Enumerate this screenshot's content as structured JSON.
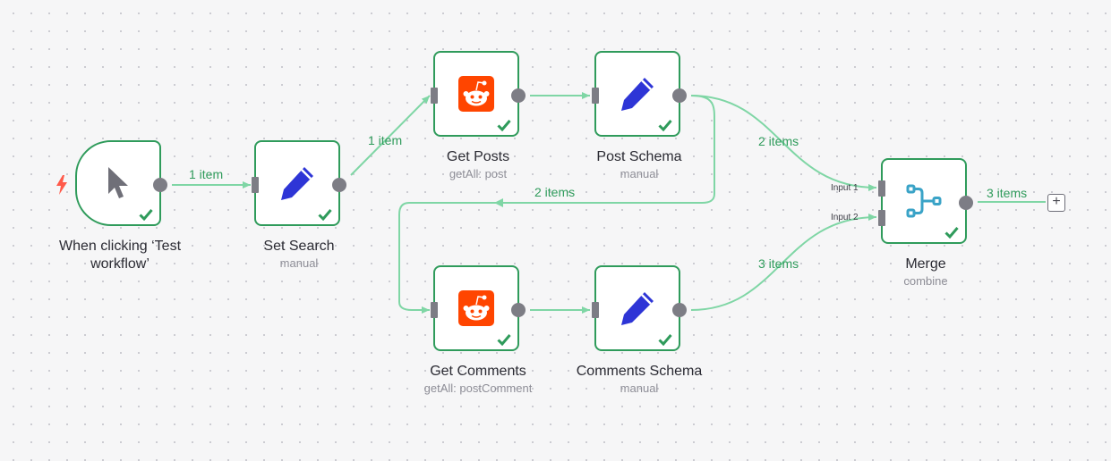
{
  "nodes": {
    "trigger": {
      "label": "When clicking ‘Test workflow’",
      "sub": ""
    },
    "set_search": {
      "label": "Set Search",
      "sub": "manual"
    },
    "get_posts": {
      "label": "Get Posts",
      "sub": "getAll: post"
    },
    "post_schema": {
      "label": "Post Schema",
      "sub": "manual"
    },
    "get_comments": {
      "label": "Get Comments",
      "sub": "getAll: postComment"
    },
    "comments_schema": {
      "label": "Comments Schema",
      "sub": "manual"
    },
    "merge": {
      "label": "Merge",
      "sub": "combine",
      "input1": "Input 1",
      "input2": "Input 2"
    }
  },
  "edges": {
    "trigger_to_set": "1 item",
    "set_to_posts": "1 item",
    "post_schema_to_merge": "2 items",
    "post_schema_to_comments": "2 items",
    "comments_schema_to_merge": "3 items",
    "merge_out": "3 items"
  },
  "add_button": "+",
  "colors": {
    "node_border": "#2f9b5b",
    "edge": "#7fd6a5",
    "edge_label": "#2f9b5b",
    "port": "#7d7d85",
    "reddit": "#ff4500",
    "edit_icon": "#2e35d6",
    "merge_icon": "#3aa3c7",
    "trigger_bolt": "#ff5a4a"
  },
  "icons": {
    "trigger": "cursor-icon",
    "set": "pencil-icon",
    "reddit": "reddit-icon",
    "merge": "merge-icon",
    "success": "checkmark-icon"
  }
}
